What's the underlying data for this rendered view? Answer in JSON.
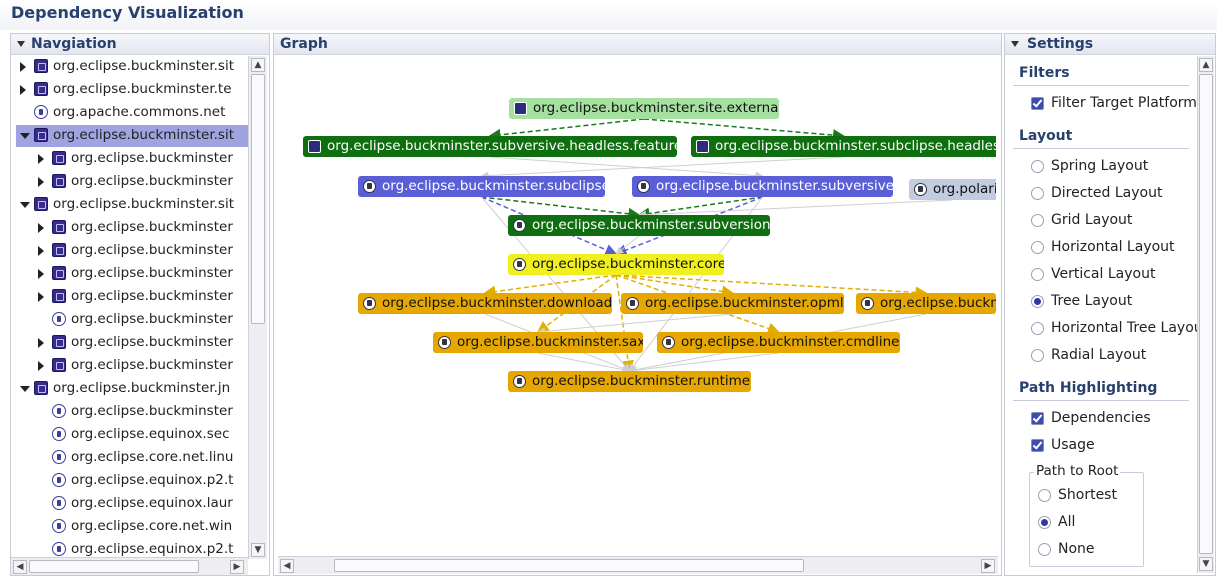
{
  "app": {
    "title": "Dependency Visualization"
  },
  "navigation": {
    "title": "Navgiation",
    "items": [
      {
        "label": "org.eclipse.buckminster.sit",
        "icon": "feature-icon",
        "expander": "closed"
      },
      {
        "label": "org.eclipse.buckminster.te",
        "icon": "feature-icon",
        "expander": "closed"
      },
      {
        "label": "org.apache.commons.net",
        "icon": "plugin-icon",
        "expander": "none"
      },
      {
        "label": "org.eclipse.buckminster.sit",
        "icon": "feature-icon",
        "expander": "open",
        "selected": true
      },
      {
        "label": "org.eclipse.buckminster",
        "icon": "feature-icon",
        "expander": "closed"
      },
      {
        "label": "org.eclipse.buckminster",
        "icon": "feature-icon",
        "expander": "closed"
      },
      {
        "label": "org.eclipse.buckminster.sit",
        "icon": "feature-icon",
        "expander": "open"
      },
      {
        "label": "org.eclipse.buckminster",
        "icon": "feature-icon",
        "expander": "closed"
      },
      {
        "label": "org.eclipse.buckminster",
        "icon": "feature-icon",
        "expander": "closed"
      },
      {
        "label": "org.eclipse.buckminster",
        "icon": "feature-icon",
        "expander": "closed"
      },
      {
        "label": "org.eclipse.buckminster",
        "icon": "feature-icon",
        "expander": "closed"
      },
      {
        "label": "org.eclipse.buckminster",
        "icon": "plugin-icon",
        "expander": "none"
      },
      {
        "label": "org.eclipse.buckminster",
        "icon": "feature-icon",
        "expander": "closed"
      },
      {
        "label": "org.eclipse.buckminster",
        "icon": "feature-icon",
        "expander": "closed"
      },
      {
        "label": "org.eclipse.buckminster.jn",
        "icon": "feature-icon",
        "expander": "open"
      },
      {
        "label": "org.eclipse.buckminster",
        "icon": "plugin-icon",
        "expander": "none"
      },
      {
        "label": "org.eclipse.equinox.sec",
        "icon": "plugin-icon",
        "expander": "none"
      },
      {
        "label": "org.eclipse.core.net.linu",
        "icon": "plugin-icon",
        "expander": "none"
      },
      {
        "label": "org.eclipse.equinox.p2.t",
        "icon": "plugin-icon",
        "expander": "none"
      },
      {
        "label": "org.eclipse.equinox.laur",
        "icon": "plugin-icon",
        "expander": "none"
      },
      {
        "label": "org.eclipse.core.net.win",
        "icon": "plugin-icon",
        "expander": "none"
      },
      {
        "label": "org.eclipse.equinox.p2.t",
        "icon": "plugin-icon",
        "expander": "none"
      }
    ]
  },
  "graph": {
    "title": "Graph",
    "nodes": [
      {
        "id": "site_external",
        "label": "org.eclipse.buckminster.site.external",
        "color": "#a6e0a0",
        "text": "#111",
        "icon": "feature"
      },
      {
        "id": "subversive_feature",
        "label": "org.eclipse.buckminster.subversive.headless.feature",
        "color": "#0f6e0f",
        "text": "#fff",
        "icon": "feature"
      },
      {
        "id": "subclipse_headless",
        "label": "org.eclipse.buckminster.subclipse.headless.feature",
        "color": "#0f6e0f",
        "text": "#fff",
        "icon": "feature"
      },
      {
        "id": "subclipse",
        "label": "org.eclipse.buckminster.subclipse",
        "color": "#5a5fd8",
        "text": "#fff",
        "icon": "plugin"
      },
      {
        "id": "subversive",
        "label": "org.eclipse.buckminster.subversive",
        "color": "#5a5fd8",
        "text": "#fff",
        "icon": "plugin"
      },
      {
        "id": "polarion",
        "label": "org.polarion.team.svn",
        "color": "#c2cce0",
        "text": "#111",
        "icon": "plugin"
      },
      {
        "id": "subversion",
        "label": "org.eclipse.buckminster.subversion",
        "color": "#0f6e0f",
        "text": "#fff",
        "icon": "plugin"
      },
      {
        "id": "core",
        "label": "org.eclipse.buckminster.core",
        "color": "#f0f020",
        "text": "#111",
        "icon": "plugin"
      },
      {
        "id": "download",
        "label": "org.eclipse.buckminster.download",
        "color": "#e6a800",
        "text": "#111",
        "icon": "plugin"
      },
      {
        "id": "opml",
        "label": "org.eclipse.buckminster.opml",
        "color": "#e6a800",
        "text": "#111",
        "icon": "plugin"
      },
      {
        "id": "rmap",
        "label": "org.eclipse.buckminster.rmap",
        "color": "#e6a800",
        "text": "#111",
        "icon": "plugin"
      },
      {
        "id": "sax",
        "label": "org.eclipse.buckminster.sax",
        "color": "#e6a800",
        "text": "#111",
        "icon": "plugin"
      },
      {
        "id": "cmdline",
        "label": "org.eclipse.buckminster.cmdline",
        "color": "#e6a800",
        "text": "#111",
        "icon": "plugin"
      },
      {
        "id": "runtime",
        "label": "org.eclipse.buckminster.runtime",
        "color": "#e6a800",
        "text": "#111",
        "icon": "plugin"
      }
    ],
    "edges": [
      {
        "from": "site_external",
        "to": "subversive_feature",
        "style": "dash",
        "color": "#1a7a1a"
      },
      {
        "from": "site_external",
        "to": "subclipse_headless",
        "style": "dash",
        "color": "#1a7a1a"
      },
      {
        "from": "subclipse",
        "to": "subversion",
        "style": "dash",
        "color": "#1a7a1a"
      },
      {
        "from": "subversive",
        "to": "subversion",
        "style": "dash",
        "color": "#1a7a1a"
      },
      {
        "from": "subclipse",
        "to": "core",
        "style": "dash",
        "color": "#5a5fd8"
      },
      {
        "from": "subversive",
        "to": "core",
        "style": "dash",
        "color": "#5a5fd8"
      },
      {
        "from": "core",
        "to": "download",
        "style": "dash",
        "color": "#e0b000"
      },
      {
        "from": "core",
        "to": "opml",
        "style": "dash",
        "color": "#e0b000"
      },
      {
        "from": "core",
        "to": "rmap",
        "style": "dash",
        "color": "#e0b000"
      },
      {
        "from": "core",
        "to": "sax",
        "style": "dash",
        "color": "#e0b000"
      },
      {
        "from": "core",
        "to": "cmdline",
        "style": "dash",
        "color": "#e0b000"
      },
      {
        "from": "core",
        "to": "runtime",
        "style": "dash",
        "color": "#e0b000"
      },
      {
        "from": "subversion",
        "to": "core",
        "style": "solid",
        "color": "#cfcfcf"
      },
      {
        "from": "download",
        "to": "runtime",
        "style": "solid",
        "color": "#cfcfcf"
      },
      {
        "from": "opml",
        "to": "sax",
        "style": "solid",
        "color": "#cfcfcf"
      },
      {
        "from": "rmap",
        "to": "runtime",
        "style": "solid",
        "color": "#cfcfcf"
      },
      {
        "from": "cmdline",
        "to": "runtime",
        "style": "solid",
        "color": "#cfcfcf"
      },
      {
        "from": "sax",
        "to": "runtime",
        "style": "solid",
        "color": "#cfcfcf"
      },
      {
        "from": "subclipse",
        "to": "runtime",
        "style": "solid",
        "color": "#cfcfcf"
      },
      {
        "from": "subversive",
        "to": "runtime",
        "style": "solid",
        "color": "#cfcfcf"
      },
      {
        "from": "polarion",
        "to": "subversion",
        "style": "solid",
        "color": "#cfcfcf"
      },
      {
        "from": "subversive_feature",
        "to": "subversive",
        "style": "solid",
        "color": "#cfcfcf"
      },
      {
        "from": "subclipse_headless",
        "to": "subclipse",
        "style": "solid",
        "color": "#cfcfcf"
      }
    ]
  },
  "settings": {
    "title": "Settings",
    "filters": {
      "title": "Filters",
      "items": [
        {
          "label": "Filter Target Platform",
          "checked": true
        }
      ]
    },
    "layout": {
      "title": "Layout",
      "options": [
        "Spring Layout",
        "Directed Layout",
        "Grid Layout",
        "Horizontal Layout",
        "Vertical Layout",
        "Tree Layout",
        "Horizontal Tree Layout",
        "Radial Layout"
      ],
      "selected": "Tree Layout"
    },
    "path_highlighting": {
      "title": "Path Highlighting",
      "items": [
        {
          "label": "Dependencies",
          "checked": true
        },
        {
          "label": "Usage",
          "checked": true
        }
      ],
      "path_to_root": {
        "title": "Path to Root",
        "options": [
          "Shortest",
          "All",
          "None"
        ],
        "selected": "All"
      }
    }
  }
}
